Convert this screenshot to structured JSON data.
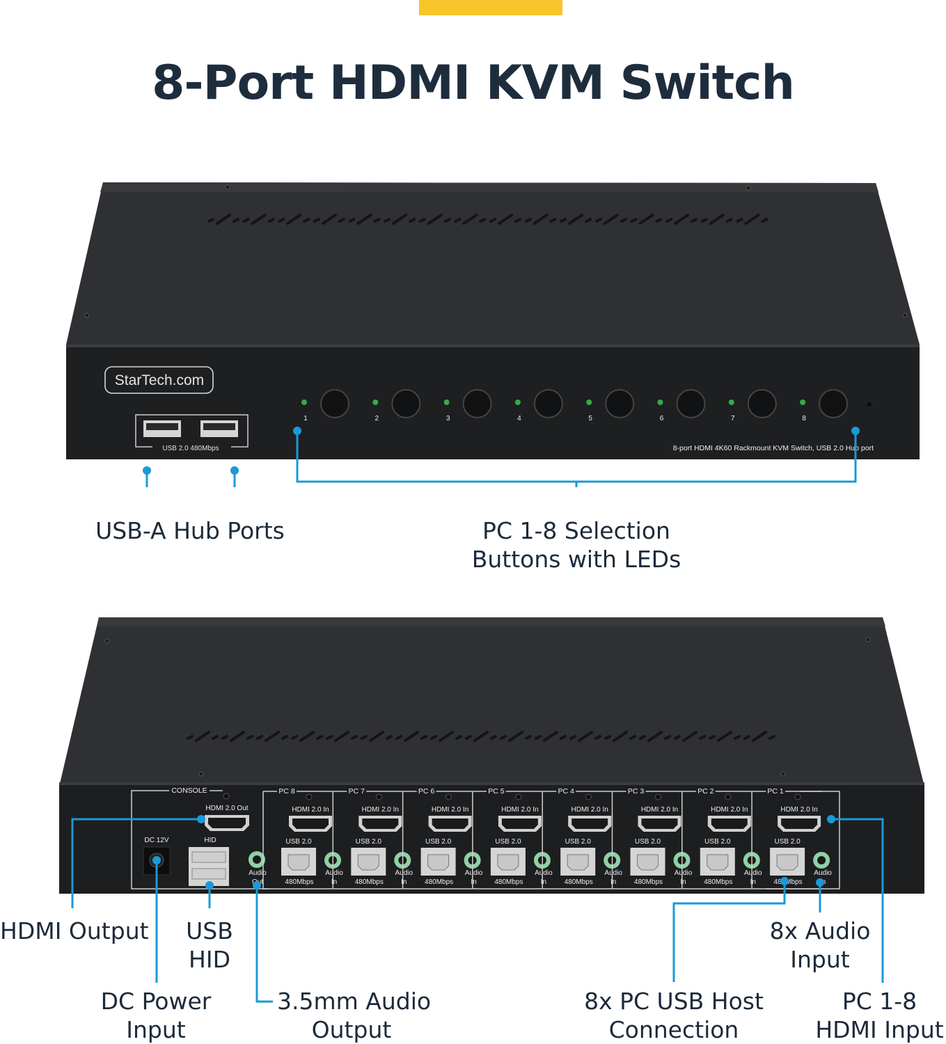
{
  "page": {
    "title": "8-Port HDMI KVM Switch",
    "accent_color": "#f7c52b",
    "line_color": "#1a9ad7"
  },
  "front_panel": {
    "logo": "StarTech.com",
    "usb_label": "USB 2.0 480Mbps",
    "port_numbers": [
      "1",
      "2",
      "3",
      "4",
      "5",
      "6",
      "7",
      "8"
    ],
    "model_caption": "8-port HDMI 4K60 Rackmount KVM Switch, USB 2.0 Hub port"
  },
  "rear_panel": {
    "dc_label": "DC 12V",
    "console_label": "CONSOLE",
    "hdmi_out_label": "HDMI 2.0 Out",
    "hid_label": "HID",
    "audio_out_label_1": "Audio",
    "audio_out_label_2": "Out",
    "pc_labels": [
      "PC 8",
      "PC 7",
      "PC 6",
      "PC 5",
      "PC 4",
      "PC 3",
      "PC 2",
      "PC 1"
    ],
    "hdmi_in_label": "HDMI 2.0 In",
    "usb_label": "USB 2.0",
    "speed_label": "480Mbps",
    "audio_in_label_1": "Audio",
    "audio_in_label_2": "In"
  },
  "callouts": {
    "usb_hub": [
      "USB-A Hub Ports"
    ],
    "pc_select": [
      "PC 1-8 Selection",
      "Buttons with LEDs"
    ],
    "hdmi_output": [
      "HDMI Output"
    ],
    "usb_hid": [
      "USB",
      "HID"
    ],
    "dc_power": [
      "DC Power",
      "Input"
    ],
    "audio_output": [
      "3.5mm Audio",
      "Output"
    ],
    "usb_host": [
      "8x PC USB Host",
      "Connection"
    ],
    "audio_input": [
      "8x Audio",
      "Input"
    ],
    "hdmi_input": [
      "PC 1-8",
      "HDMI Input"
    ]
  }
}
